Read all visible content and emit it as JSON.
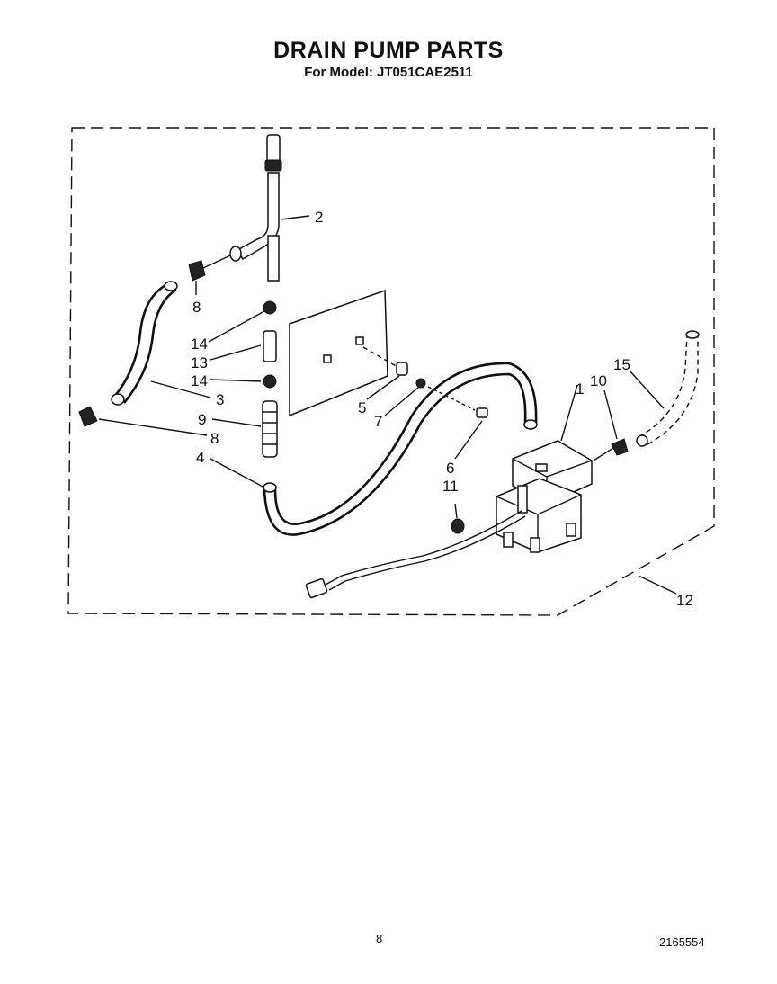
{
  "header": {
    "title": "DRAIN PUMP PARTS",
    "subtitle": "For Model: JT051CAE2511"
  },
  "callouts": {
    "c1": "1",
    "c2": "2",
    "c3": "3",
    "c4": "4",
    "c5": "5",
    "c6": "6",
    "c7": "7",
    "c8a": "8",
    "c8b": "8",
    "c9": "9",
    "c10": "10",
    "c11": "11",
    "c12": "12",
    "c13": "13",
    "c14a": "14",
    "c14b": "14",
    "c15": "15"
  },
  "footer": {
    "page_number": "8",
    "doc_number": "2165554"
  }
}
